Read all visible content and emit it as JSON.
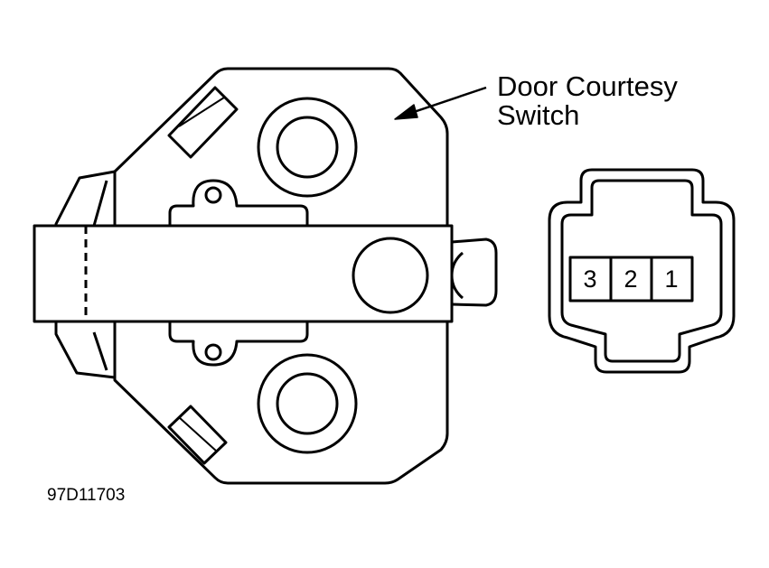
{
  "callout": {
    "line1": "Door Courtesy",
    "line2": "Switch"
  },
  "connector": {
    "pins": [
      "3",
      "2",
      "1"
    ]
  },
  "figure_id": "97D11703",
  "colors": {
    "ink": "#000000",
    "paper": "#ffffff"
  }
}
